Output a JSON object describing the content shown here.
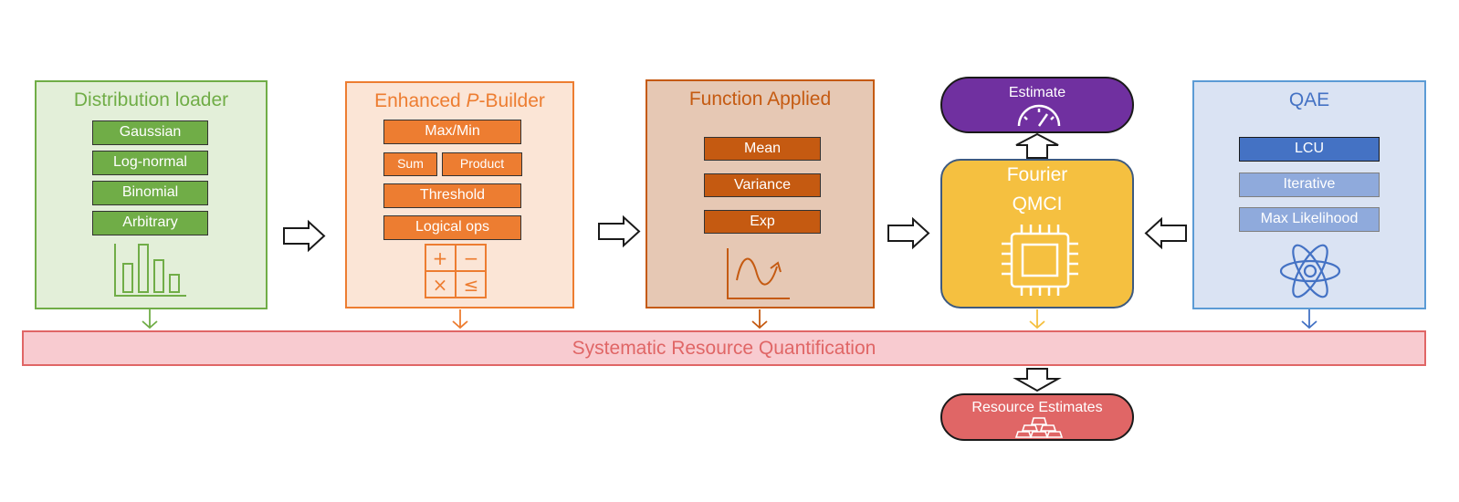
{
  "distribution_loader": {
    "title": "Distribution loader",
    "items": [
      "Gaussian",
      "Log-normal",
      "Binomial",
      "Arbitrary"
    ],
    "icon": "bar-chart-icon",
    "color": "#70ad47"
  },
  "p_builder": {
    "title_prefix": "Enhanced ",
    "title_italic": "P",
    "title_suffix": "-Builder",
    "items": {
      "max_min": "Max/Min",
      "sum": "Sum",
      "product": "Product",
      "threshold": "Threshold",
      "logical_ops": "Logical ops"
    },
    "icon": "calculator-icon",
    "icon_symbols": [
      "+",
      "−",
      "×",
      "≤"
    ],
    "color": "#ed7d31"
  },
  "function_applied": {
    "title": "Function Applied",
    "items": [
      "Mean",
      "Variance",
      "Exp"
    ],
    "icon": "function-graph-icon",
    "color": "#c55a11"
  },
  "fourier_qmci": {
    "title_line1": "Fourier",
    "title_line2": "QMCI",
    "icon": "chip-icon",
    "color": "#f5c040"
  },
  "estimate": {
    "label": "Estimate",
    "icon": "gauge-icon",
    "color": "#7030a0"
  },
  "qae": {
    "title": "QAE",
    "items": [
      {
        "label": "LCU",
        "bg": "#4472c4"
      },
      {
        "label": "Iterative",
        "bg": "#8faadc"
      },
      {
        "label": "Max Likelihood",
        "bg": "#8faadc"
      }
    ],
    "icon": "atom-icon",
    "color": "#4472c4"
  },
  "resource_bar": {
    "label": "Systematic Resource Quantification",
    "color": "#e06666"
  },
  "resource_estimates": {
    "label": "Resource Estimates",
    "icon": "gold-bars-icon",
    "color": "#e06666"
  }
}
